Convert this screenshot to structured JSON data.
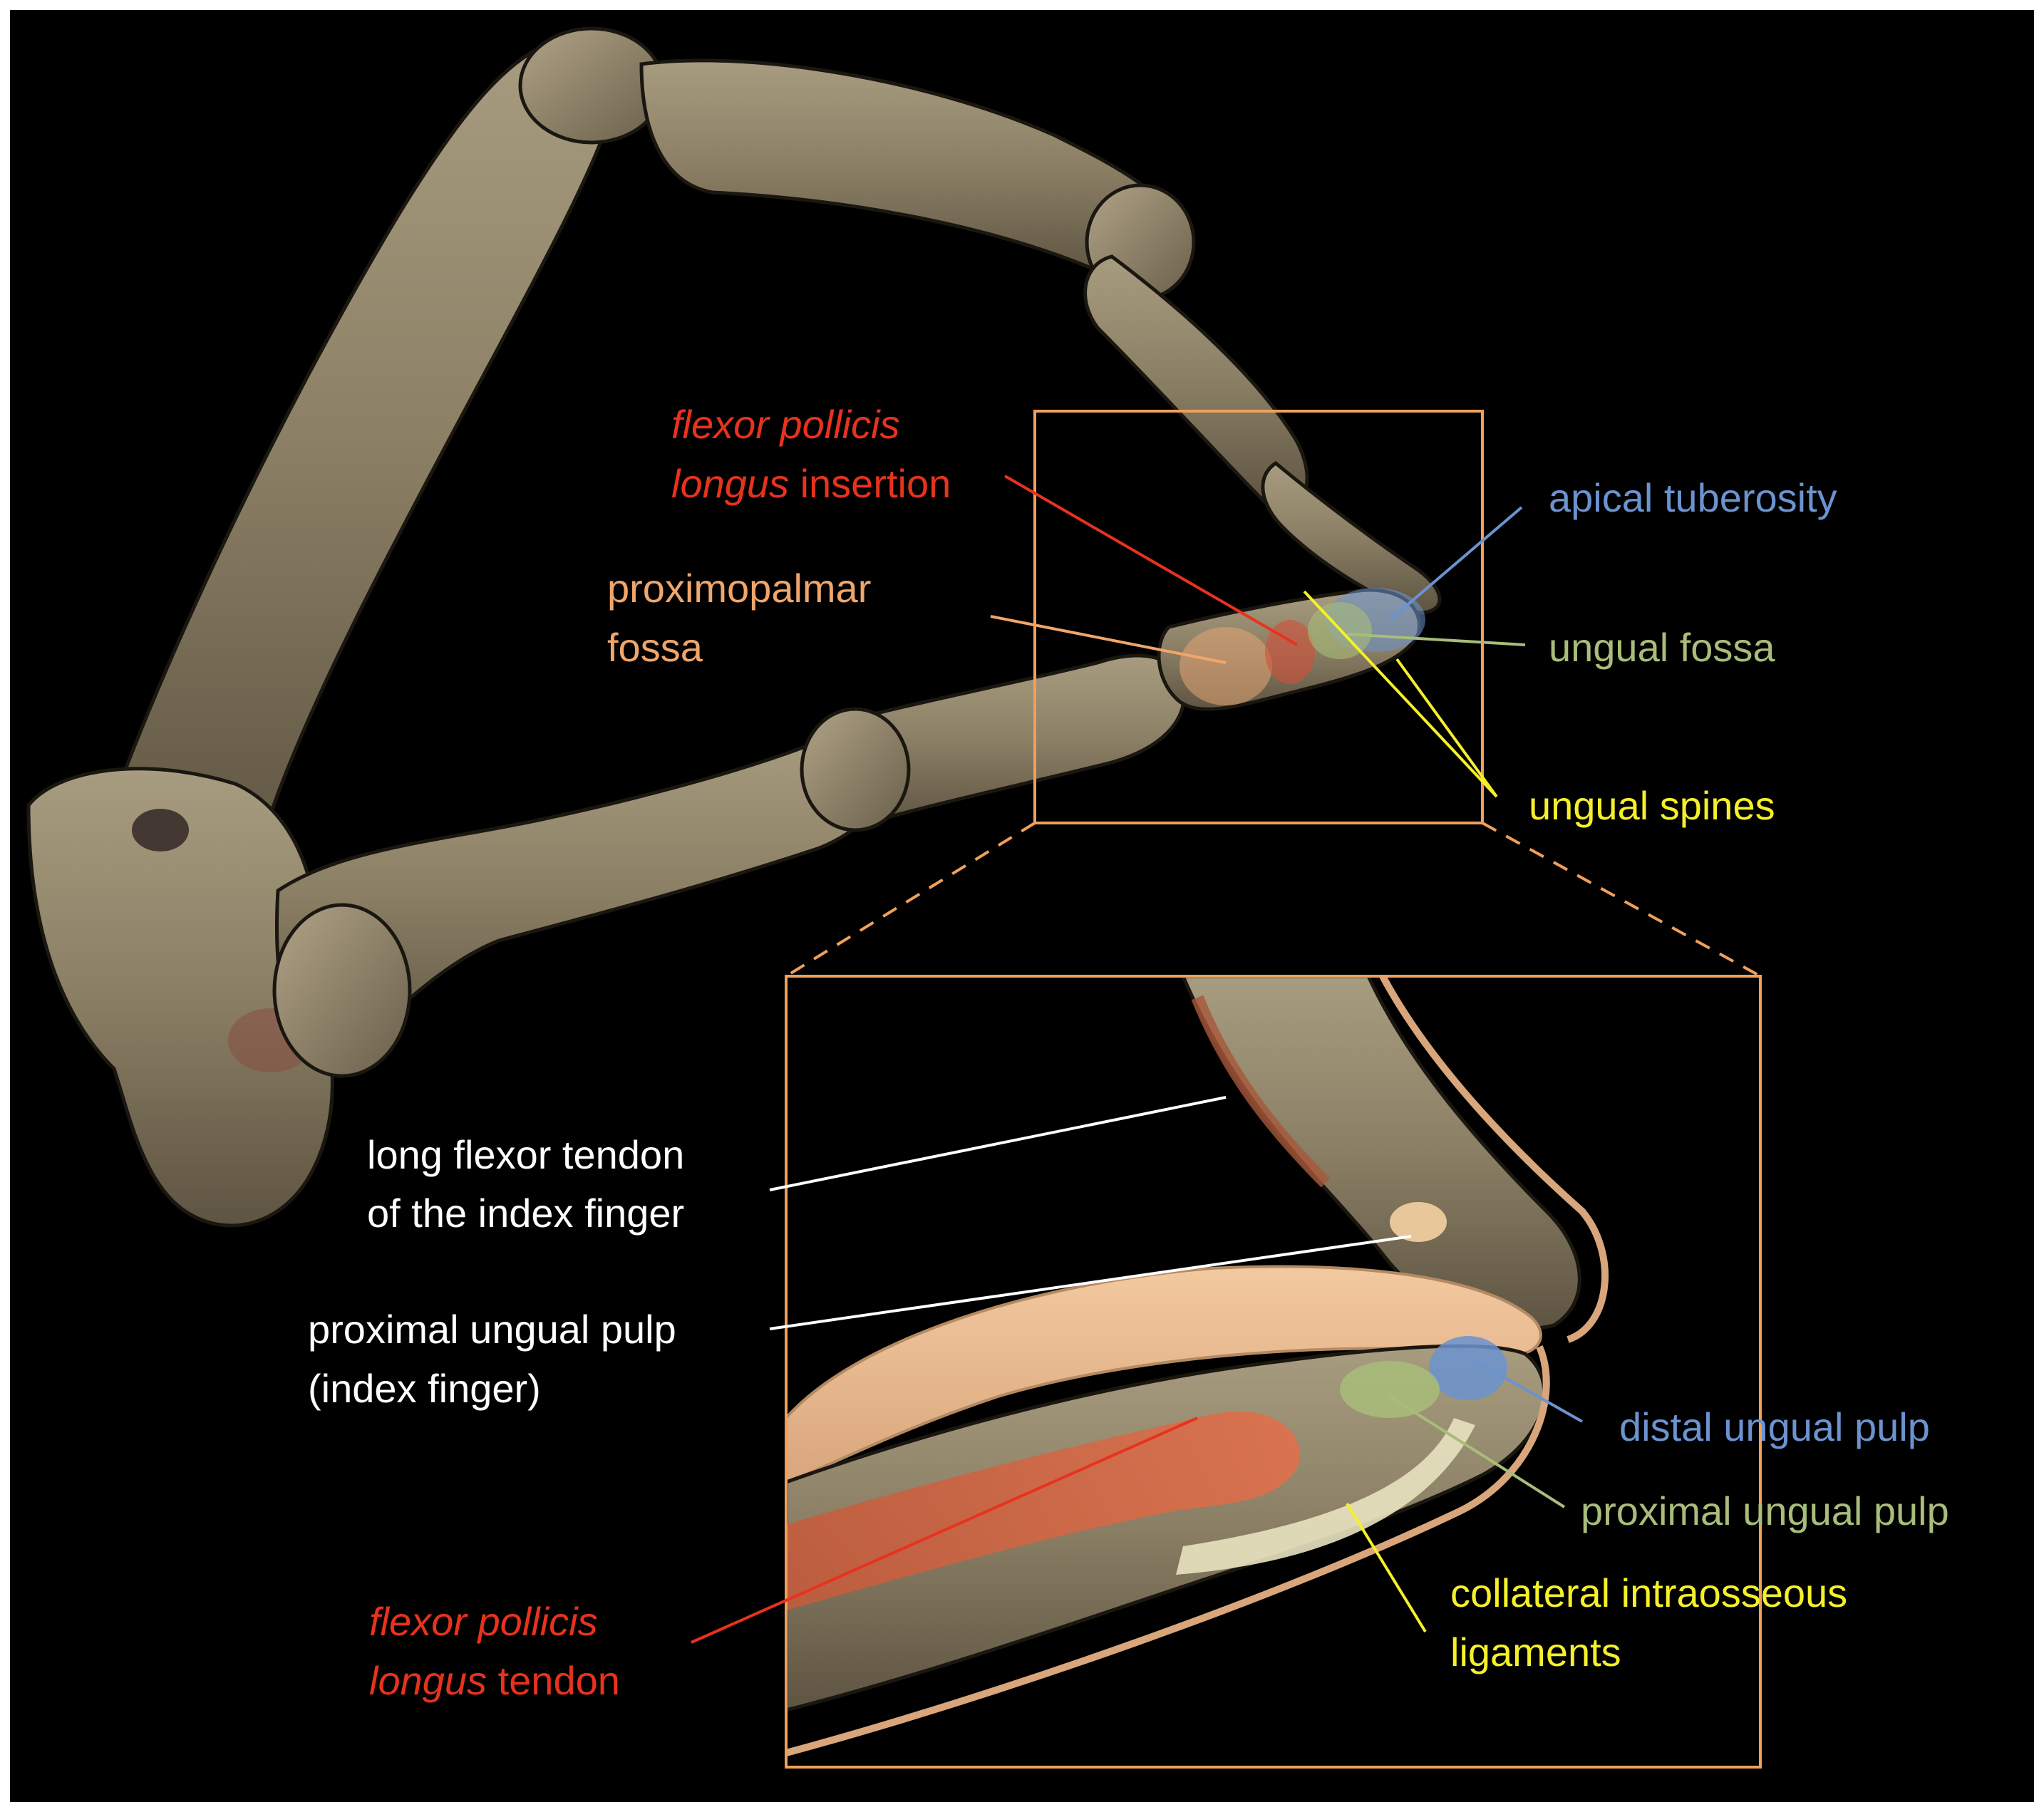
{
  "colors": {
    "background": "#000000",
    "frame": "#ffffff",
    "box": "#f0a05a",
    "bone": "#8f836a",
    "bone_shade": "#5a5140",
    "skin": "#e8bb92",
    "red": "#e8321e",
    "orange": "#f0a66a",
    "blue": "#6b93cf",
    "green": "#a8bd7a",
    "yellow": "#f5f02a",
    "white": "#ffffff"
  },
  "labels": {
    "fpl_insertion_italic": "flexor pollicis",
    "fpl_insertion_italic2": "longus",
    "fpl_insertion_rest": " insertion",
    "proximopalmar_1": "proximopalmar",
    "proximopalmar_2": "fossa",
    "apical_tuberosity": "apical tuberosity",
    "ungual_fossa": "ungual fossa",
    "ungual_spines": "ungual spines",
    "long_flexor_1": "long flexor tendon",
    "long_flexor_2": "of the index finger",
    "proximal_pulp_index_1": "proximal ungual pulp",
    "proximal_pulp_index_2": "(index finger)",
    "distal_ungual_pulp": "distal ungual pulp",
    "proximal_ungual_pulp": "proximal ungual pulp",
    "collateral_1": "collateral intraosseous",
    "collateral_2": "ligaments",
    "fpl_tendon_italic": "flexor pollicis",
    "fpl_tendon_italic2": "longus",
    "fpl_tendon_rest": " tendon"
  }
}
